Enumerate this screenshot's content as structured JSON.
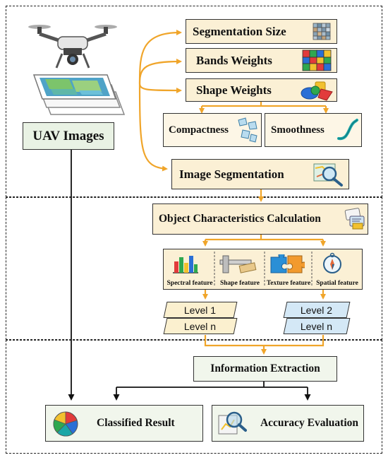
{
  "nodes": {
    "uav_images": "UAV Images",
    "segmentation_size": "Segmentation Size",
    "bands_weights": "Bands Weights",
    "shape_weights": "Shape Weights",
    "compactness": "Compactness",
    "smoothness": "Smoothness",
    "image_segmentation": "Image Segmentation",
    "object_characteristics": "Object Characteristics Calculation",
    "information_extraction": "Information Extraction",
    "classified_result": "Classified Result",
    "accuracy_evaluation": "Accuracy Evaluation"
  },
  "features": {
    "spectral": "Spectral feature",
    "shape": "Shape feature",
    "texture": "Texture feature",
    "spatial": "Spatial feature"
  },
  "levels": {
    "left_top": "Level 1",
    "left_bottom": "Level n",
    "right_top": "Level 2",
    "right_bottom": "Level n"
  },
  "colors": {
    "arrow_orange": "#f0a52a",
    "arrow_black": "#111111",
    "box_cream": "#fbf0d5",
    "box_green": "#e9f2e4",
    "level_blue": "#d4e8f6"
  },
  "icons": [
    "drone-icon",
    "image-stack-icon",
    "grid-icon",
    "color-grid-icon",
    "shapes-icon",
    "compact-blocks-icon",
    "smooth-curve-icon",
    "magnifier-map-icon",
    "documents-icon",
    "bar-chart-icon",
    "calipers-icon",
    "puzzle-icon",
    "compass-icon",
    "pie-chart-icon",
    "evaluation-icon"
  ]
}
